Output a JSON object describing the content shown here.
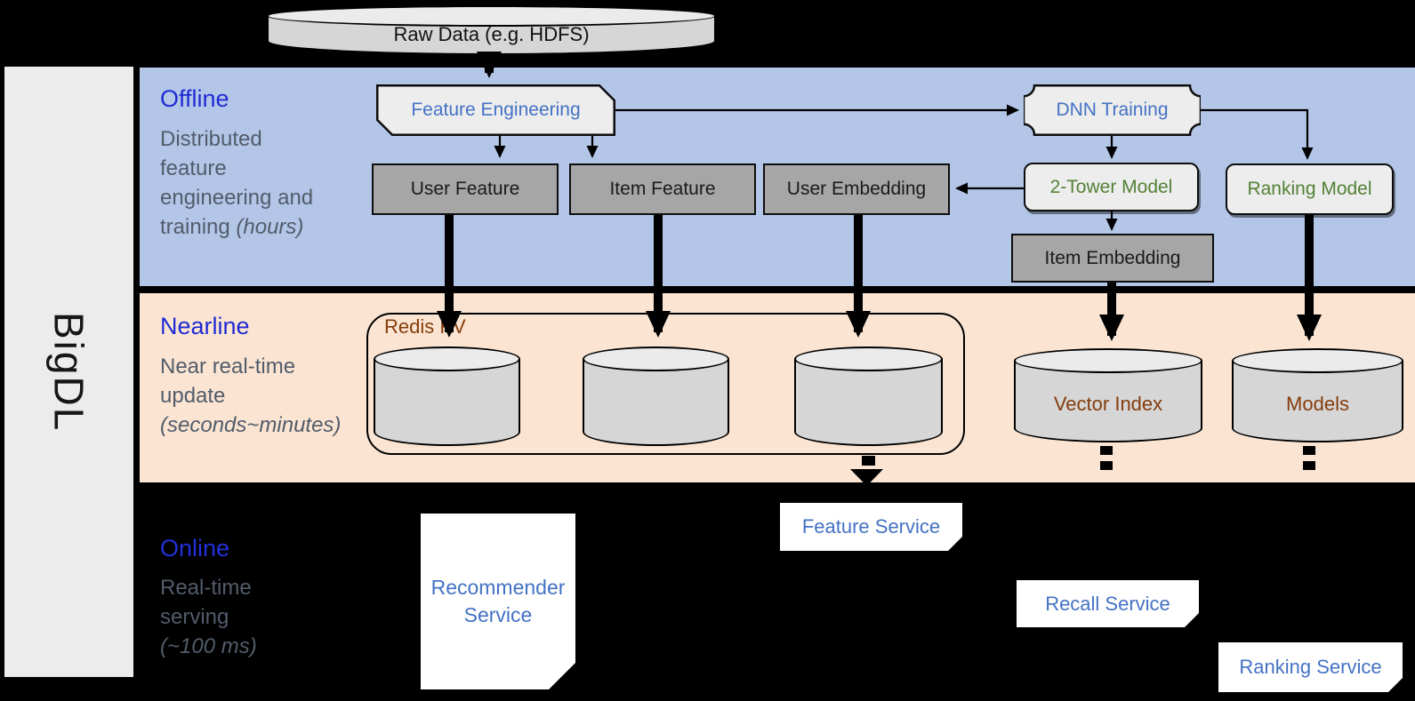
{
  "sidebar": {
    "brand": "BigDL"
  },
  "sections": {
    "offline": {
      "title": "Offline",
      "line1": "Distributed",
      "line2": "feature",
      "line3": "engineering and",
      "line4": "training ",
      "line4_italic": "(hours)"
    },
    "nearline": {
      "title": "Nearline",
      "line1": "Near real-time",
      "line2": "update",
      "line3_italic": "(seconds~minutes)"
    },
    "online": {
      "title": "Online",
      "line1": "Real-time",
      "line2": "serving",
      "line3_italic": "(~100 ms)"
    }
  },
  "nodes": {
    "raw_data": "Raw Data (e.g. HDFS)",
    "feature_engineering": "Feature Engineering",
    "dnn_training": "DNN Training",
    "user_feature": "User Feature",
    "item_feature": "Item Feature",
    "user_embedding": "User Embedding",
    "two_tower_model": "2-Tower Model",
    "ranking_model": "Ranking Model",
    "item_embedding": "Item Embedding",
    "redis_kv": "Redis KV",
    "vector_index": "Vector Index",
    "models": "Models",
    "feature_service": "Feature Service",
    "recall_service": "Recall Service",
    "ranking_service": "Ranking Service",
    "recommender_service_line1": "Recommender",
    "recommender_service_line2": "Service"
  },
  "colors": {
    "band_offline": "#b3c6e8",
    "band_nearline": "#fbe5d2",
    "band_online": "#000000",
    "section_header_blue": "#1f2bd4",
    "section_body_gray": "#525c6b",
    "node_text_blue": "#4472c4",
    "model_text_green": "#538135",
    "store_text_brown": "#843c0c",
    "dark_box_gray": "#a6a6a6",
    "light_box_gray": "#ededed",
    "sidebar_gray": "#ececec"
  }
}
